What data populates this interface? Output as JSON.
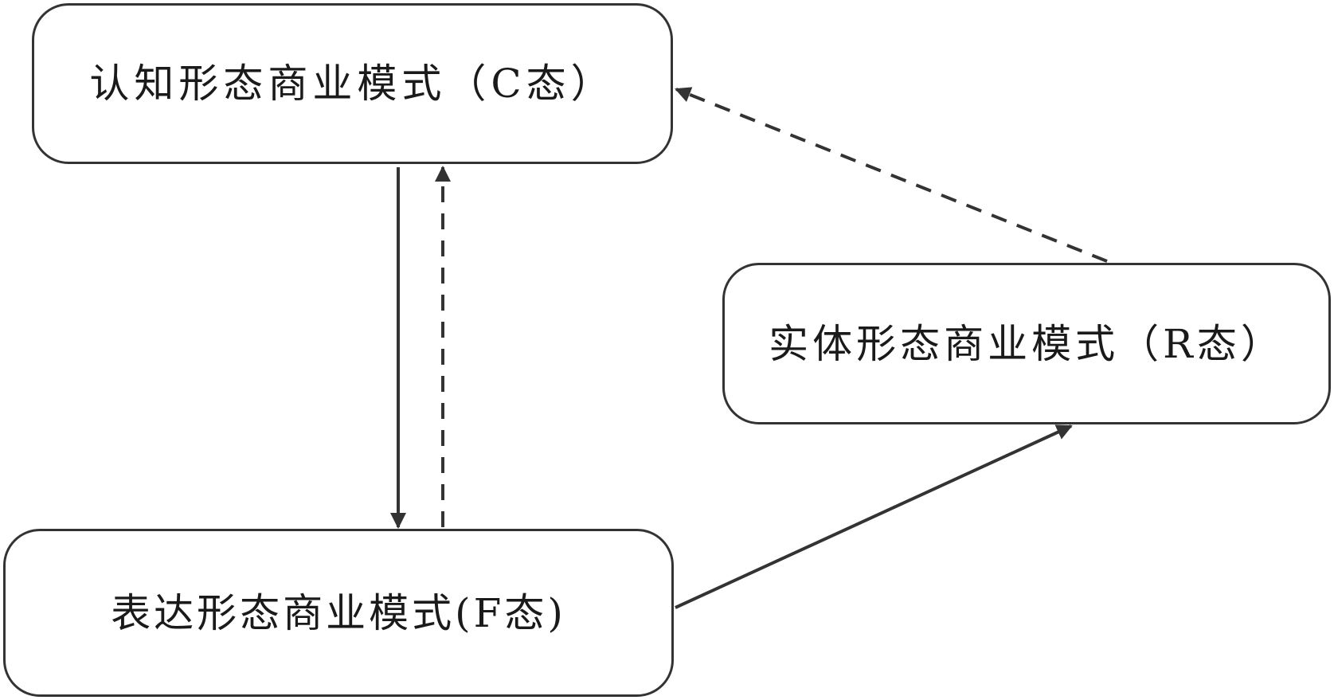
{
  "diagram": {
    "nodes": {
      "c_state": {
        "label": "认知形态商业模式（C态）"
      },
      "r_state": {
        "label": "实体形态商业模式（R态）"
      },
      "f_state": {
        "label": "表达形态商业模式(F态)"
      }
    },
    "edges": [
      {
        "from": "c_state",
        "to": "f_state",
        "style": "solid"
      },
      {
        "from": "f_state",
        "to": "c_state",
        "style": "dashed"
      },
      {
        "from": "f_state",
        "to": "r_state",
        "style": "solid"
      },
      {
        "from": "r_state",
        "to": "c_state",
        "style": "dashed"
      }
    ],
    "colors": {
      "stroke": "#333333",
      "text": "#1a1a1a",
      "background": "#ffffff"
    }
  }
}
